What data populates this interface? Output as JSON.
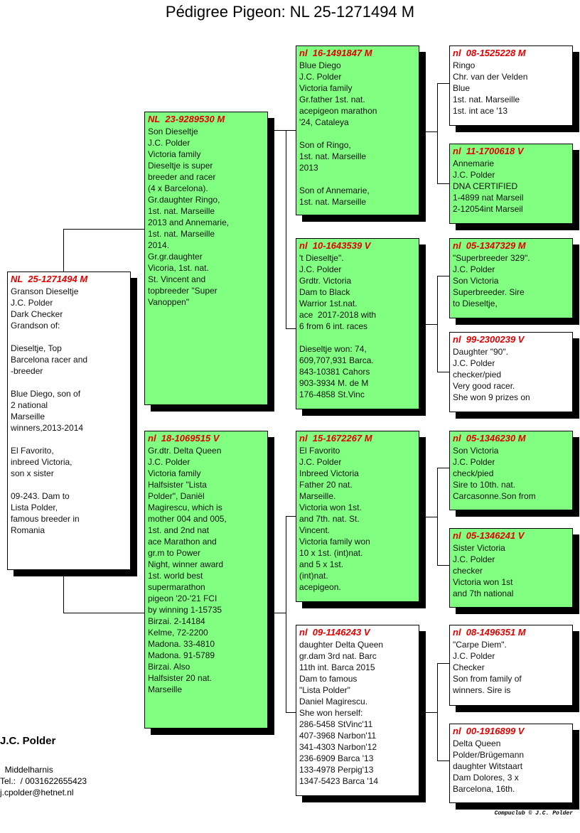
{
  "title": "Pédigree Pigeon: NL  25-1271494 M",
  "pedigree": [
    {
      "ring": "NL  25-1271494 M",
      "lines": [
        "Granson Dieseltje",
        "J.C. Polder",
        "Dark Checker",
        "Grandson of:",
        "",
        "Dieseltje, Top",
        "Barcelona racer and",
        "-breeder",
        "",
        "Blue Diego, son of",
        "2 national",
        "Marseille",
        "winners,2013-2014",
        "",
        "El Favorito,",
        "inbreed Victoria,",
        "son x sister",
        "",
        "09-243. Dam to",
        "Lista Polder,",
        "famous breeder in",
        "Romania"
      ]
    },
    {
      "ring": "NL  23-9289530 M",
      "lines": [
        "Son Dieseltje",
        "J.C. Polder",
        "Victoria family",
        "Dieseltje is super",
        "breeder and racer",
        "(4 x Barcelona).",
        "Gr.daughter Ringo,",
        "1st. nat. Marseille",
        "2013 and Annemarie,",
        "1st. nat. Marseille",
        "2014.",
        "Gr.gr.daughter",
        "Vicoria, 1st. nat.",
        "St. Vincent and",
        "topbreeder \"Super",
        "Vanoppen\""
      ]
    },
    {
      "ring": "nl  18-1069515 V",
      "lines": [
        "Gr.dtr. Delta Queen",
        "J.C. Polder",
        "Victoria family",
        "Halfsister \"Lista",
        "Polder\", Daniël",
        "Magirescu, which is",
        "mother 004 and 005,",
        "1st. and 2nd nat",
        "ace Marathon and",
        "gr.m to Power",
        "Night, winner award",
        "1st. world best",
        "supermarathon",
        "pigeon '20-'21 FCI",
        "by winning 1-15735",
        "Birzai. 2-14184",
        "Kelme, 72-2200",
        "Madona. 33-4810",
        "Madona. 91-5789",
        "Birzai. Also",
        "Halfsister 20 nat.",
        "Marseille"
      ]
    },
    {
      "ring": "nl  16-1491847 M",
      "lines": [
        "Blue Diego",
        "J.C. Polder",
        "Victoria family",
        "Gr.father 1st. nat.",
        "acepigeon marathon",
        "'24, Cataleya",
        "",
        "Son of Ringo,",
        "1st. nat. Marseille",
        "2013",
        "",
        "Son of Annemarie,",
        "1st. nat. Marseille"
      ]
    },
    {
      "ring": "nl  10-1643539 V",
      "lines": [
        "'t Dieseltje\".",
        "J.C. Polder",
        "Grdtr. Victoria",
        "Dam to Black",
        "Warrior 1st.nat.",
        "ace  2017-2018 with",
        "6 from 6 int. races",
        "",
        "Dieseltje won: 74,",
        "609,707,931 Barca.",
        "843-10381 Cahors",
        "903-3934 M. de M",
        "176-4858 St.Vinc"
      ]
    },
    {
      "ring": "nl  15-1672267 M",
      "lines": [
        "El Favorito",
        "J.C. Polder",
        "Inbreed Victoria",
        "Father 20 nat.",
        "Marseille.",
        "Victoria won 1st.",
        "and 7th. nat. St.",
        "Vincent.",
        "Victoria family won",
        "10 x 1st. (int)nat.",
        "and 5 x 1st.",
        "(int)nat.",
        "acepigeon."
      ]
    },
    {
      "ring": "nl  09-1146243 V",
      "lines": [
        "daughter Delta Queen",
        "gr.dam 3rd nat. Barc",
        "11th int. Barca 2015",
        "Dam to famous",
        "\"Lista Polder\"",
        "Daniel Magirescu.",
        "She won herself:",
        "286-5458 StVinc'11",
        "407-3968 Narbon'11",
        "341-4303 Narbon'12",
        "236-6909 Barca '13",
        "133-4978 Perpig'13",
        "1347-5423 Barca '14"
      ]
    },
    {
      "ring": "nl  08-1525228 M",
      "lines": [
        "Ringo",
        "Chr. van der Velden",
        "Blue",
        "1st. nat. Marseille",
        "1st. int ace '13"
      ]
    },
    {
      "ring": "nl  11-1700618 V",
      "lines": [
        "Annemarie",
        "J.C. Polder",
        "DNA CERTIFIED",
        "1-4899 nat Marseil",
        "2-12054int Marseil"
      ]
    },
    {
      "ring": "nl  05-1347329 M",
      "lines": [
        "\"Superbreeder 329\".",
        "J.C. Polder",
        "Son Victoria",
        "Superbreeder. Sire",
        "to Dieseltje,"
      ]
    },
    {
      "ring": "nl  99-2300239 V",
      "lines": [
        "Daughter \"90\".",
        "J.C. Polder",
        "checker/pied",
        "Very good racer.",
        "She won 9 prizes on"
      ]
    },
    {
      "ring": "nl  05-1346230 M",
      "lines": [
        "Son Victoria",
        "J.C. Polder",
        "check/pied",
        "Sire to 10th. nat.",
        "Carcasonne.Son from"
      ]
    },
    {
      "ring": "nl  05-1346241 V",
      "lines": [
        "Sister Victoria",
        "J.C. Polder",
        "checker",
        "Victoria won 1st",
        "and 7th national"
      ]
    },
    {
      "ring": "nl  08-1496351 M",
      "lines": [
        "\"Carpe Diem\".",
        "J.C. Polder",
        "Checker",
        "Son from family of",
        "winners. Sire is"
      ]
    },
    {
      "ring": "nl  00-1916899 V",
      "lines": [
        "Delta Queen",
        "Polder/Brügemann",
        "daughter Witstaart",
        "Dam Dolores, 3 x",
        "Barcelona, 16th."
      ]
    }
  ],
  "footer": {
    "owner": "J.C. Polder",
    "city": "  Middelharnis",
    "tel": "Tel.:  / 0031622655423",
    "email": "j.cpolder@hetnet.nl",
    "copyright": "Compuclub © J.C. Polder"
  }
}
